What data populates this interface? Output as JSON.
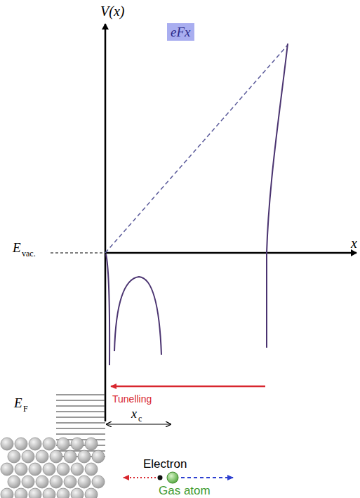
{
  "diagram": {
    "nodes": [
      {
        "text": [
          "eFx"
        ]
      }
    ],
    "labels": [
      "V(x)",
      "x",
      "E",
      "vac.",
      "E",
      "F",
      "Tunelling",
      "x",
      "c",
      "Electron",
      "Gas atom"
    ]
  }
}
